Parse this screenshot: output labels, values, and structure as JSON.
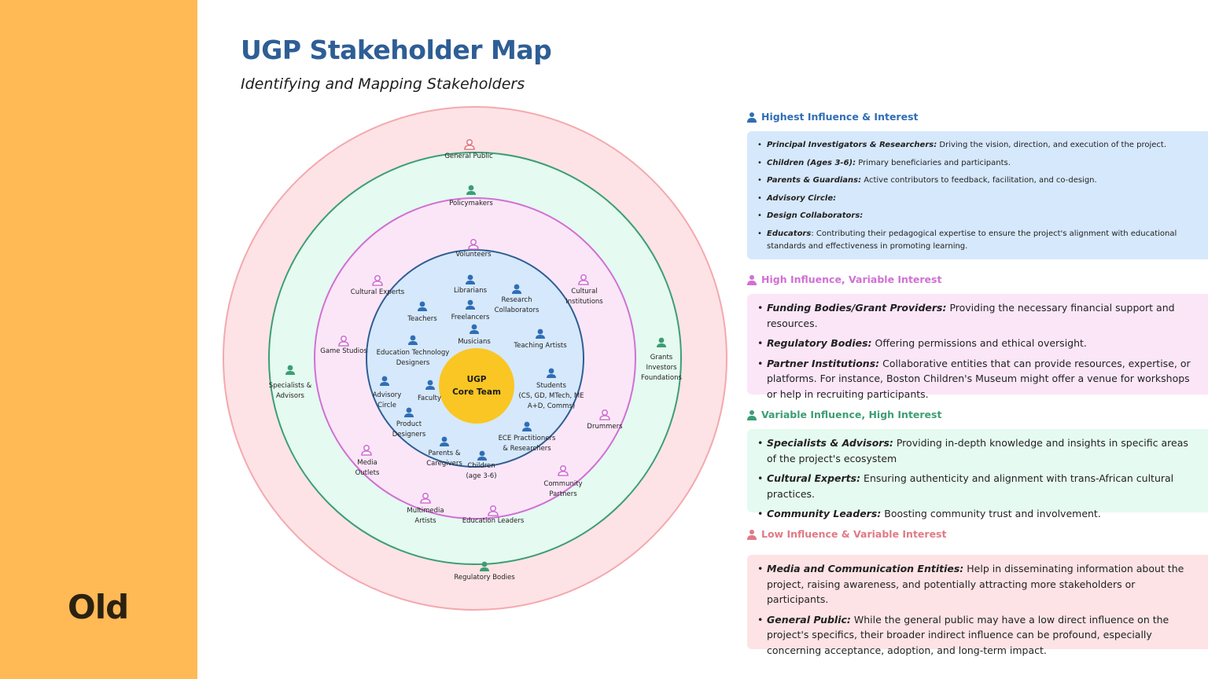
{
  "sidebar": {
    "label": "Old"
  },
  "header": {
    "title": "UGP Stakeholder Map",
    "subtitle": "Identifying and Mapping Stakeholders"
  },
  "map": {
    "core": {
      "line1": "UGP",
      "line2": "Core Team"
    },
    "rings": {
      "outer": {
        "fill": "#FDE3E5",
        "stroke": "#F4A9AE",
        "nodes": [
          {
            "label": "General Public"
          }
        ]
      },
      "second": {
        "fill": "#E5FAF1",
        "stroke": "#3C9E74",
        "nodes": [
          {
            "label": "Policymakers"
          },
          {
            "label": "Specialists &",
            "label2": "Advisors"
          },
          {
            "label": "Grants",
            "label2": "Investors",
            "label3": "Foundations"
          },
          {
            "label": "Regulatory Bodies"
          }
        ]
      },
      "third": {
        "fill": "#FBE6F8",
        "stroke": "#D170D3",
        "nodes": [
          {
            "label": "Volunteers"
          },
          {
            "label": "Cultural Experts"
          },
          {
            "label": "Cultural",
            "label2": "Institutions"
          },
          {
            "label": "Game Studios"
          },
          {
            "label": "Drummers"
          },
          {
            "label": "Media",
            "label2": "Outlets"
          },
          {
            "label": "Community",
            "label2": "Partners"
          },
          {
            "label": "Multimedia",
            "label2": "Artists"
          },
          {
            "label": "Education Leaders"
          }
        ]
      },
      "inner": {
        "fill": "#D6E8FB",
        "stroke": "#2F5E93",
        "nodes": [
          {
            "label": "Librarians"
          },
          {
            "label": "Research",
            "label2": "Collaborators"
          },
          {
            "label": "Teachers"
          },
          {
            "label": "Freelancers"
          },
          {
            "label": "Musicians"
          },
          {
            "label": "Teaching Artists"
          },
          {
            "label": "Education Technology",
            "label2": "Designers"
          },
          {
            "label": "Students",
            "label2": "(CS, GD, MTech, ME",
            "label3": "A+D, Comms)"
          },
          {
            "label": "Advisory",
            "label2": "Circle"
          },
          {
            "label": "Faculty"
          },
          {
            "label": "Product",
            "label2": "Designers"
          },
          {
            "label": "ECE Practitioners",
            "label2": "& Researchers"
          },
          {
            "label": "Parents &",
            "label2": "Caregivers"
          },
          {
            "label": "Children",
            "label2": "(age 3-6)"
          }
        ]
      }
    },
    "colors": {
      "core": "#F9C623",
      "icon_blue": "#2F6EB5",
      "icon_green": "#3C9E74",
      "icon_pink": "#D170D3",
      "icon_salmon": "#E07A86"
    }
  },
  "sections": [
    {
      "heading": "Highest Influence & Interest",
      "icon": "person-icon",
      "color": "#2F6EB5",
      "bg": "#D6E8FB",
      "items": [
        {
          "term": "Principal Investigators & Researchers:",
          "desc": " Driving the vision, direction, and execution of the project."
        },
        {
          "term": "Children (Ages 3-6):",
          "desc": " Primary beneficiaries and participants."
        },
        {
          "term": "Parents & Guardians:",
          "desc": " Active contributors to feedback, facilitation, and co-design."
        },
        {
          "term": "Advisory Circle:",
          "desc": ""
        },
        {
          "term": "Design Collaborators:",
          "desc": ""
        },
        {
          "term": "Educators",
          "desc": ": Contributing their pedagogical expertise to ensure the project's alignment with educational standards and effectiveness in promoting learning."
        }
      ]
    },
    {
      "heading": "High Influence, Variable Interest",
      "icon": "person-icon",
      "color": "#D170D3",
      "bg": "#FBE6F8",
      "items": [
        {
          "term": "Funding Bodies/Grant Providers:",
          "desc": " Providing the necessary financial support and resources."
        },
        {
          "term": "Regulatory Bodies:",
          "desc": " Offering permissions and ethical oversight."
        },
        {
          "term": "Partner Institutions:",
          "desc": " Collaborative entities that can provide resources, expertise, or platforms. For instance, Boston Children's Museum might offer a venue for workshops or help in recruiting participants."
        }
      ]
    },
    {
      "heading": "Variable Influence, High Interest",
      "icon": "person-icon",
      "color": "#3C9E74",
      "bg": "#E5FAF1",
      "items": [
        {
          "term": "Specialists & Advisors:",
          "desc": " Providing in-depth knowledge and insights in specific areas of the project's ecosystem"
        },
        {
          "term": "Cultural Experts:",
          "desc": " Ensuring authenticity and alignment with trans-African cultural practices."
        },
        {
          "term": "Community Leaders:",
          "desc": " Boosting community trust and involvement."
        }
      ]
    },
    {
      "heading": "Low Influence & Variable Interest",
      "icon": "person-icon",
      "color": "#E07A86",
      "bg": "#FDE3E5",
      "items": [
        {
          "term": "Media and Communication Entities:",
          "desc": " Help in disseminating information about the project, raising awareness, and potentially attracting more stakeholders or participants."
        },
        {
          "term": "General Public:",
          "desc": " While the general public may have a low direct influence on the project's specifics, their broader indirect influence can be profound, especially concerning acceptance, adoption, and long-term impact."
        }
      ]
    }
  ]
}
